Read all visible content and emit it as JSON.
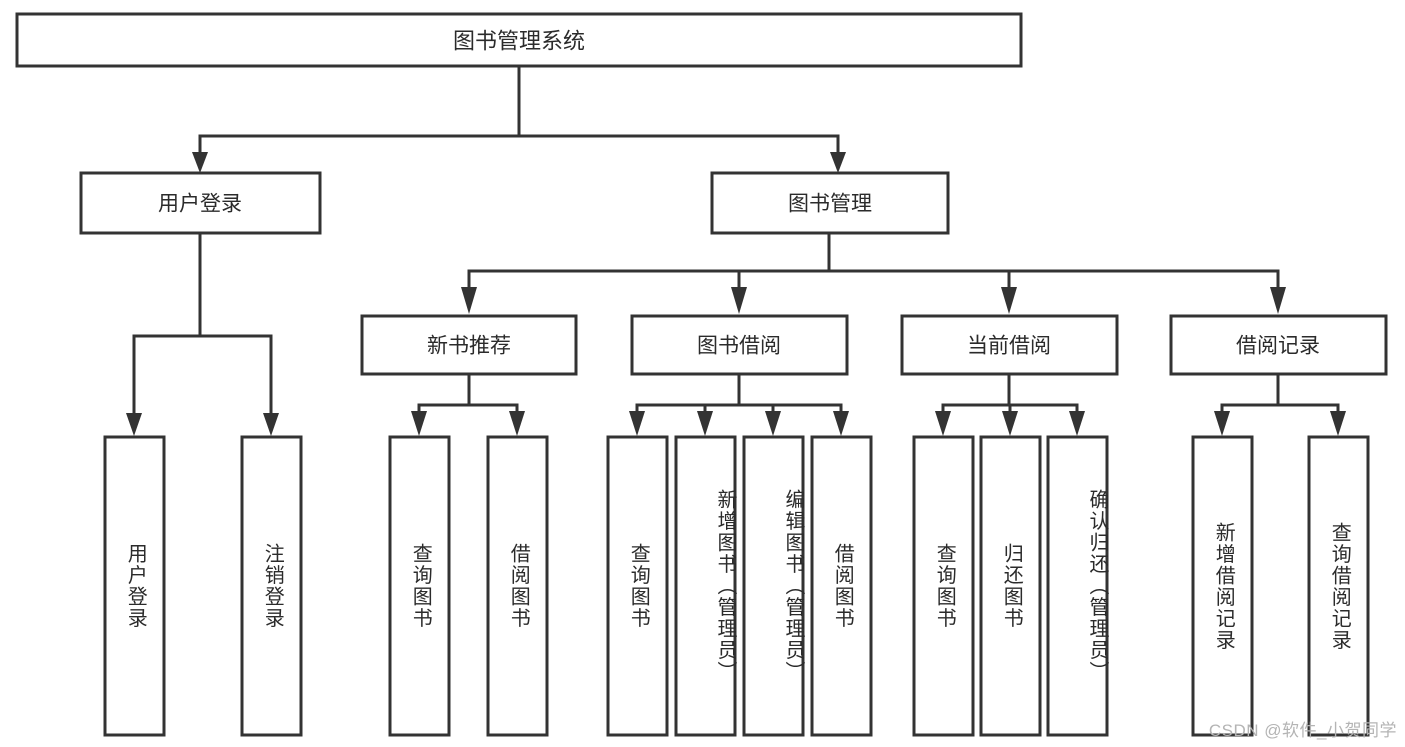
{
  "diagram": {
    "title": "图书管理系统",
    "watermark": "CSDN @软件_小贺同学",
    "line_color": "#333333",
    "box_fill": "#ffffff",
    "text_color": "#2b2b2b",
    "watermark_color": "#b4b4b4",
    "root": {
      "label": "图书管理系统",
      "orientation": "horizontal"
    },
    "level2": [
      {
        "label": "用户登录",
        "orientation": "horizontal"
      },
      {
        "label": "图书管理",
        "orientation": "horizontal"
      }
    ],
    "level3": [
      {
        "label": "新书推荐",
        "orientation": "horizontal"
      },
      {
        "label": "图书借阅",
        "orientation": "horizontal"
      },
      {
        "label": "当前借阅",
        "orientation": "horizontal"
      },
      {
        "label": "借阅记录",
        "orientation": "horizontal"
      }
    ],
    "leaves": {
      "user_login": [
        {
          "label": "用户登录",
          "orientation": "vertical"
        },
        {
          "label": "注销登录",
          "orientation": "vertical"
        }
      ],
      "new_book_recommend": [
        {
          "label": "查询图书",
          "orientation": "vertical"
        },
        {
          "label": "借阅图书",
          "orientation": "vertical"
        }
      ],
      "book_borrow": [
        {
          "label": "查询图书",
          "orientation": "vertical"
        },
        {
          "label": "新增图书（管理员）",
          "orientation": "vertical"
        },
        {
          "label": "编辑图书（管理员）",
          "orientation": "vertical"
        },
        {
          "label": "借阅图书",
          "orientation": "vertical"
        }
      ],
      "current_borrow": [
        {
          "label": "查询图书",
          "orientation": "vertical"
        },
        {
          "label": "归还图书",
          "orientation": "vertical"
        },
        {
          "label": "确认归还（管理员）",
          "orientation": "vertical"
        }
      ],
      "borrow_record": [
        {
          "label": "新增借阅记录",
          "orientation": "vertical"
        },
        {
          "label": "查询借阅记录",
          "orientation": "vertical"
        }
      ]
    }
  }
}
